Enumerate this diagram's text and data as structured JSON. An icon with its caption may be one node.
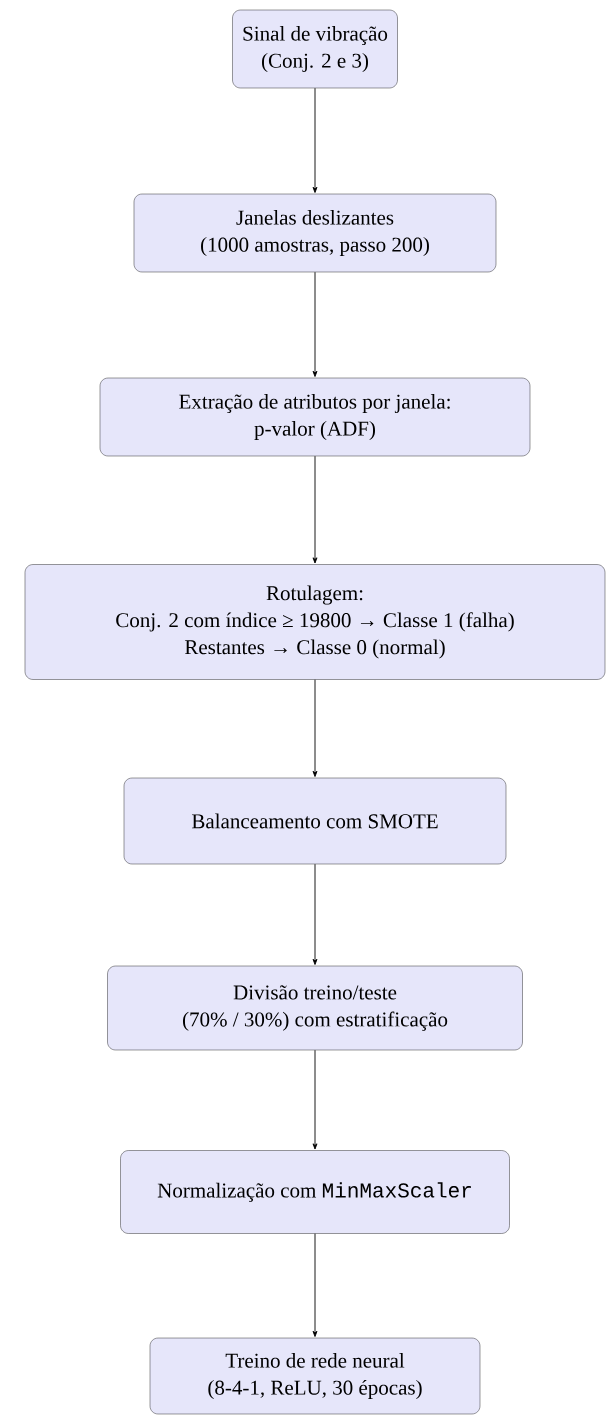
{
  "diagram": {
    "nodes": [
      {
        "text": [
          "Sinal de vibração",
          "(Conj. 2 e 3)"
        ]
      },
      {
        "text": [
          "Janelas deslizantes",
          "(1000 amostras, passo 200)"
        ]
      },
      {
        "text": [
          "Extração de atributos por janela:",
          "p-valor (ADF)"
        ]
      },
      {
        "text": [
          "Rotulagem:",
          "Conj. 2 com índice ≥ 19800 → Classe 1 (falha)",
          "Restantes → Classe 0 (normal)"
        ]
      },
      {
        "text": [
          "Balanceamento com SMOTE"
        ]
      },
      {
        "text": [
          "Divisão treino/teste",
          "(70% / 30%) com estratificação"
        ]
      },
      {
        "text": [
          "Normalização com",
          "MinMaxScaler"
        ]
      },
      {
        "text": [
          "Treino de rede neural",
          "(8-4-1, ReLU, 30 épocas)"
        ]
      }
    ],
    "edges": [
      {
        "from": 0,
        "to": 1,
        "arrow": "to"
      },
      {
        "from": 1,
        "to": 2,
        "arrow": "to"
      },
      {
        "from": 2,
        "to": 3,
        "arrow": "to"
      },
      {
        "from": 3,
        "to": 4,
        "arrow": "to"
      },
      {
        "from": 4,
        "to": 5,
        "arrow": "to"
      },
      {
        "from": 5,
        "to": 6,
        "arrow": "to"
      },
      {
        "from": 6,
        "to": 7,
        "arrow": "to"
      }
    ]
  }
}
